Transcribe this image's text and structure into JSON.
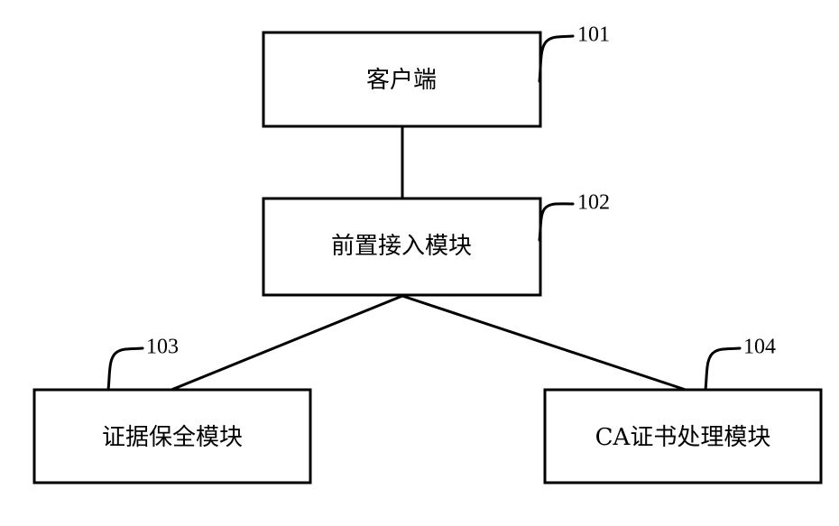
{
  "diagram": {
    "nodes": [
      {
        "id": "client",
        "label": "客户端",
        "ref": "101"
      },
      {
        "id": "front-access",
        "label": "前置接入模块",
        "ref": "102"
      },
      {
        "id": "evidence",
        "label": "证据保全模块",
        "ref": "103"
      },
      {
        "id": "ca-cert",
        "label": "CA证书处理模块",
        "ref": "104"
      }
    ],
    "edges": [
      {
        "from": "client",
        "to": "front-access"
      },
      {
        "from": "front-access",
        "to": "evidence"
      },
      {
        "from": "front-access",
        "to": "ca-cert"
      }
    ]
  }
}
